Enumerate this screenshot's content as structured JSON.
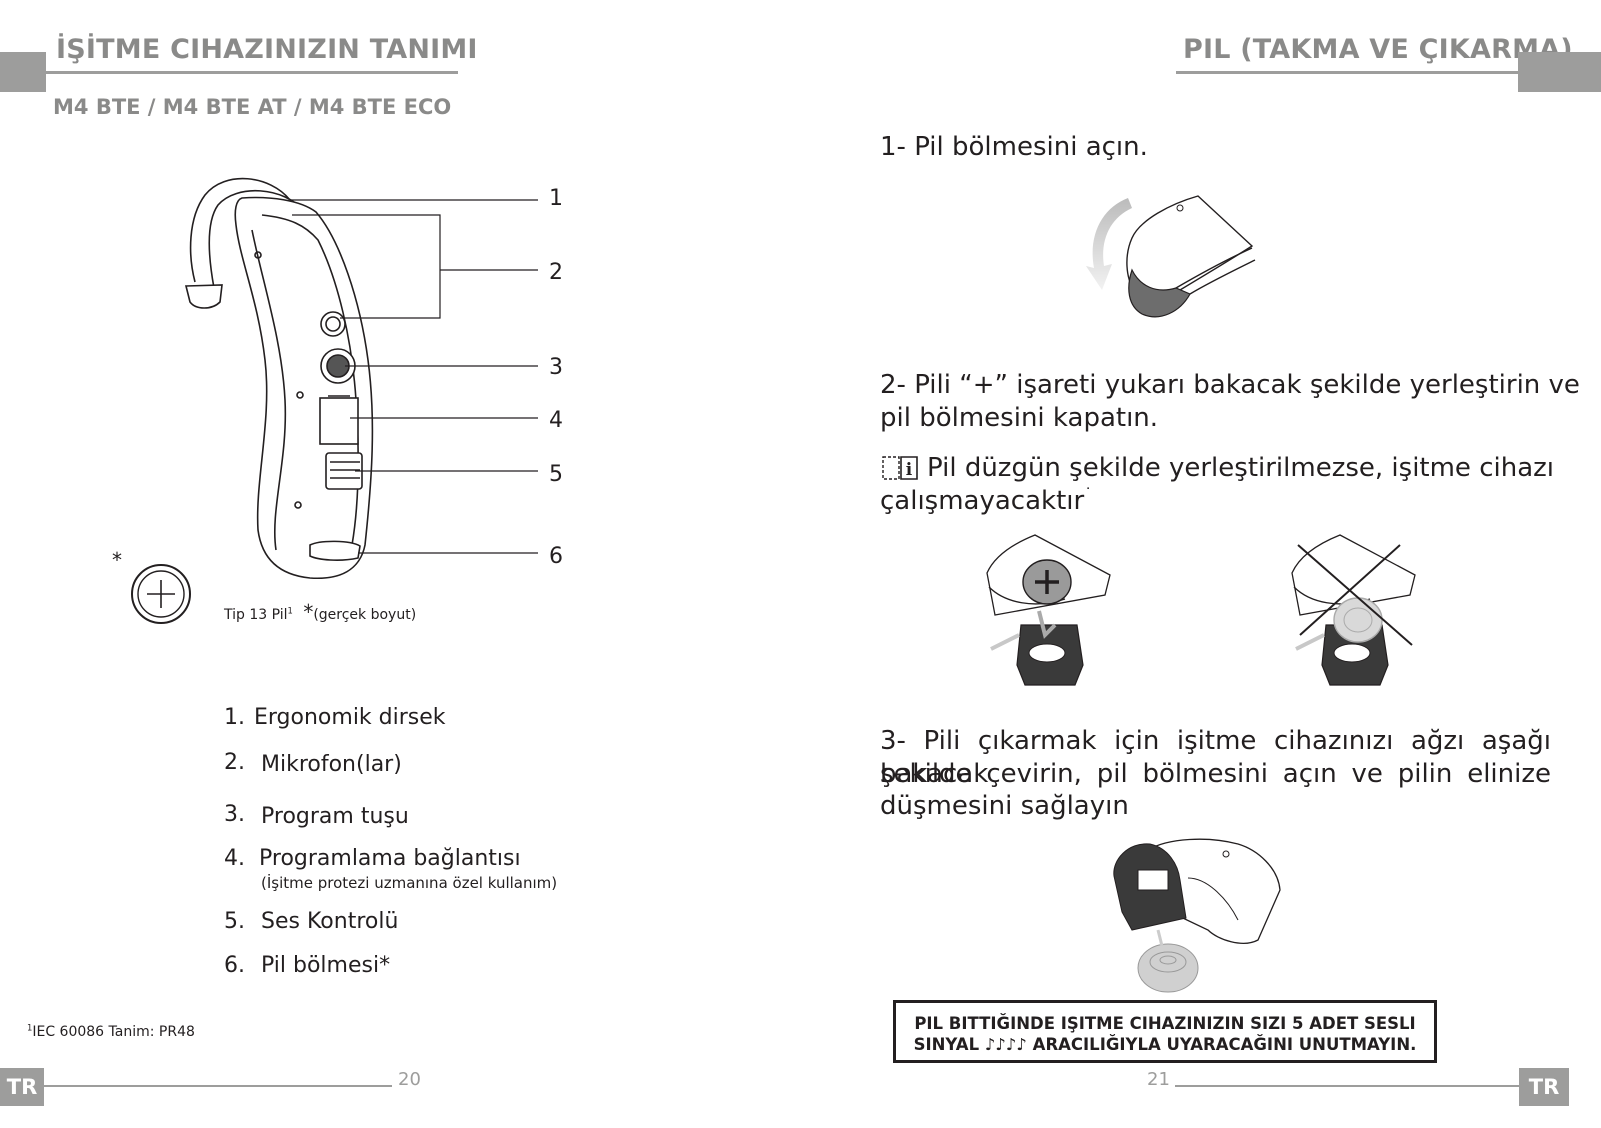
{
  "left_page": {
    "title": "İŞİTME CIHAZINIZIN TANIMI",
    "subtitle": "M4 BTE / M4 BTE AT / M4 BTE ECO",
    "callouts": [
      "1",
      "2",
      "3",
      "4",
      "5",
      "6"
    ],
    "battery_star": "*",
    "battery_caption_main": "Tip 13 Pil",
    "battery_caption_sup": "1",
    "battery_caption_star": "*",
    "battery_caption_note": "(gerçek boyut)",
    "legend": [
      {
        "num": "1.",
        "text": "Ergonomik dirsek"
      },
      {
        "num": "2.",
        "text": "Mikrofon(lar)"
      },
      {
        "num": "3.",
        "text": "Program tuşu"
      },
      {
        "num": "4.",
        "text": "Programlama bağlantısı",
        "sub": "(İşitme protezi uzmanına özel kullanım)"
      },
      {
        "num": "5.",
        "text": "Ses Kontrolü"
      },
      {
        "num": "6.",
        "text": "Pil bölmesi*"
      }
    ],
    "footnote_sup": "1",
    "footnote": "IEC 60086 Tanim: PR48",
    "page_number": "20",
    "lang_tab": "TR"
  },
  "right_page": {
    "title": "PIL (TAKMA VE ÇIKARMA)",
    "step1": "1- Pil bölmesini açın.",
    "step2_line1": "2- Pili “+” işareti yukarı bakacak şekilde yerleştirin ve",
    "step2_line2": "pil bölmesini kapatın.",
    "info_icon": "info-book-icon",
    "info_line1": "Pil düzgün şekilde yerleştirilmezse, işitme cihazı",
    "info_line2": "çalışmayacaktır",
    "info_line2_mark": "˙",
    "step3_line1": "3- Pili çıkarmak için işitme cihazınızı ağzı aşağı bakacak",
    "step3_line2": "şekilde çevirin, pil bölmesini açın ve pilin elinize",
    "step3_line3": "düşmesini sağlayın",
    "notice_line1": "PIL BITTIĞINDE IŞITME CIHAZINIZIN SIZI 5 ADET SESLI",
    "notice_line2": "SINYAL ♪♪♪♪ ARACILIĞIYLA UYARACAĞINI UNUTMAYIN.",
    "page_number": "21",
    "lang_tab": "TR"
  },
  "colors": {
    "accent_gray": "#9d9d9c",
    "title_gray": "#8a8a89",
    "text": "#231f20"
  }
}
